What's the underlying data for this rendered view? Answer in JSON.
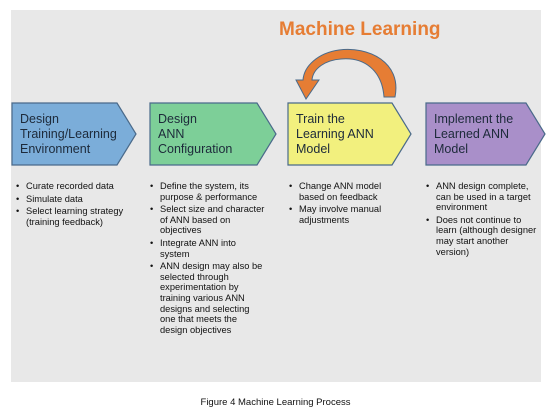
{
  "title": "Machine Learning",
  "caption": "Figure 4 Machine Learning Process",
  "colors": {
    "background": "#e8e8e8",
    "title": "#e67d34",
    "step1": "#7badd9",
    "step2": "#7dcf98",
    "step3": "#f2f07e",
    "step4": "#a98fc9",
    "loop_arrow": "#e67d34"
  },
  "steps": [
    {
      "label": "Design\nTraining/Learning\nEnvironment",
      "bullets": [
        "Curate recorded data",
        "Simulate data",
        "Select learning strategy (training feedback)"
      ]
    },
    {
      "label": "Design\nANN\nConfiguration",
      "bullets": [
        "Define the system, its purpose & performance",
        "Select size and character of ANN based on objectives",
        "Integrate ANN into system",
        "ANN design may also be selected through experimentation by training various ANN designs and selecting one that meets the design objectives"
      ]
    },
    {
      "label": "Train the\nLearning ANN\nModel",
      "bullets": [
        "Change ANN model based on feedback",
        "May involve manual adjustments"
      ]
    },
    {
      "label": "Implement the\nLearned ANN\nModel",
      "bullets": [
        "ANN design complete, can be used in a target environment",
        "Does not continue to learn (although designer may start another version)"
      ]
    }
  ]
}
